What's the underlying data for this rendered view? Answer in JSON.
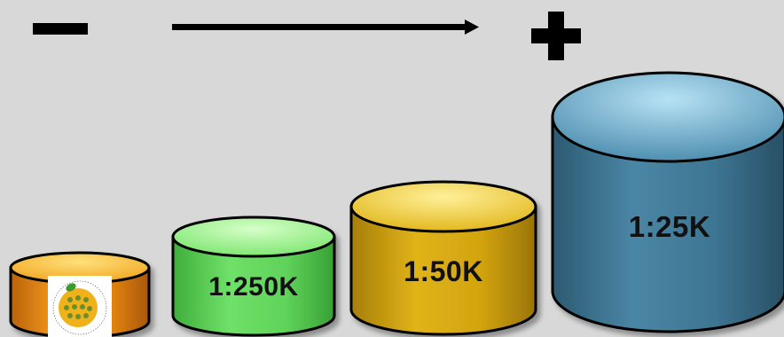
{
  "legend": {
    "minus_symbol": "minus-icon",
    "arrow_symbol": "arrow-right-icon",
    "plus_symbol": "plus-icon"
  },
  "cylinders": [
    {
      "id": "logo-cylinder",
      "label": "",
      "color": "#e88a12",
      "top_color": "#f5c03a",
      "logo": "inspire-logo"
    },
    {
      "id": "cyl-250k",
      "label": "1:250K",
      "color": "#5fd35a",
      "top_color": "#a9f39a"
    },
    {
      "id": "cyl-50k",
      "label": "1:50K",
      "color": "#d3a40f",
      "top_color": "#f3d64a"
    },
    {
      "id": "cyl-25k",
      "label": "1:25K",
      "color": "#3d7592",
      "top_color": "#7fb9d6"
    }
  ],
  "logo": {
    "text_ring": "INSPIRE - Infrastructure for Spatial Information in Europe"
  }
}
